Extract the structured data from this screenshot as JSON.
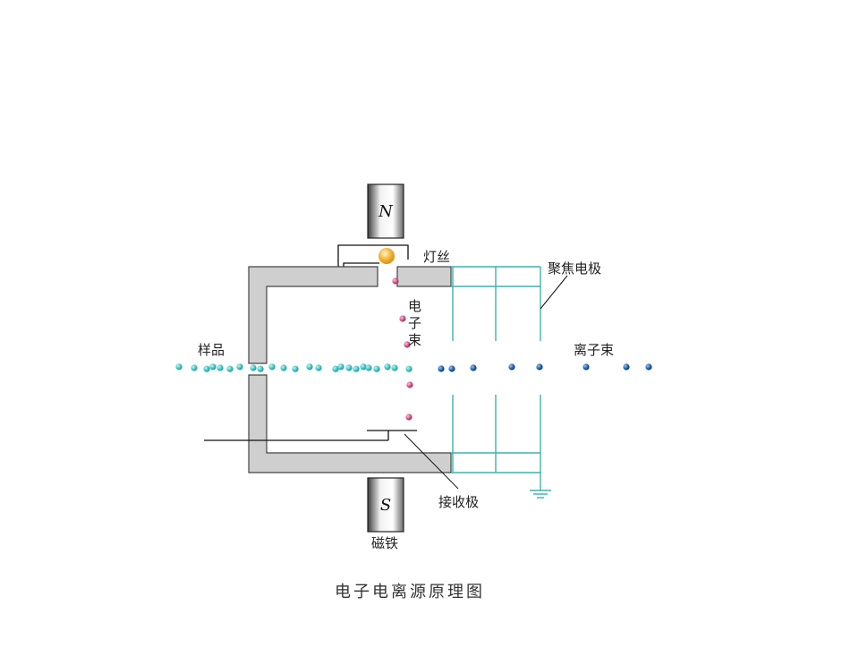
{
  "labels": {
    "filament": "灯丝",
    "focus_electrode": "聚焦电极",
    "electron_beam": [
      "电",
      "子",
      "束"
    ],
    "sample": "样品",
    "ion_beam": "离子束",
    "collector": "接收极",
    "magnet": "磁铁",
    "north": "N",
    "south": "S"
  },
  "title": "电子电离源原理图",
  "colors": {
    "chamber_fill": "#cfcfcf",
    "chamber_stroke": "#444444",
    "electrode": "#3fb1ae",
    "sample_particle": "#3cc4c4",
    "electron": "#d04f86",
    "ion": "#1a5fb0",
    "filament": "#f6b73c"
  }
}
